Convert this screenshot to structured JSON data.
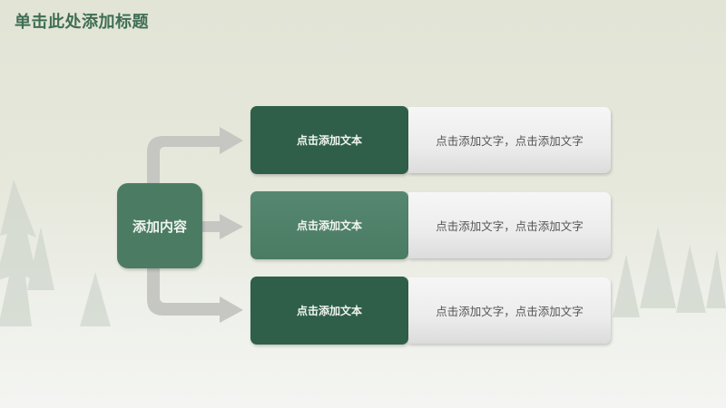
{
  "slide": {
    "title": "单击此处添加标题",
    "center_label": "添加内容",
    "rows": [
      {
        "label": "点击添加文本",
        "text": "点击添加文字，点击添加文字",
        "color": "#2f5f48"
      },
      {
        "label": "点击添加文本",
        "text": "点击添加文字，点击添加文字",
        "color": "#4f8068"
      },
      {
        "label": "点击添加文本",
        "text": "点击添加文字，点击添加文字",
        "color": "#2f5f48"
      }
    ]
  }
}
